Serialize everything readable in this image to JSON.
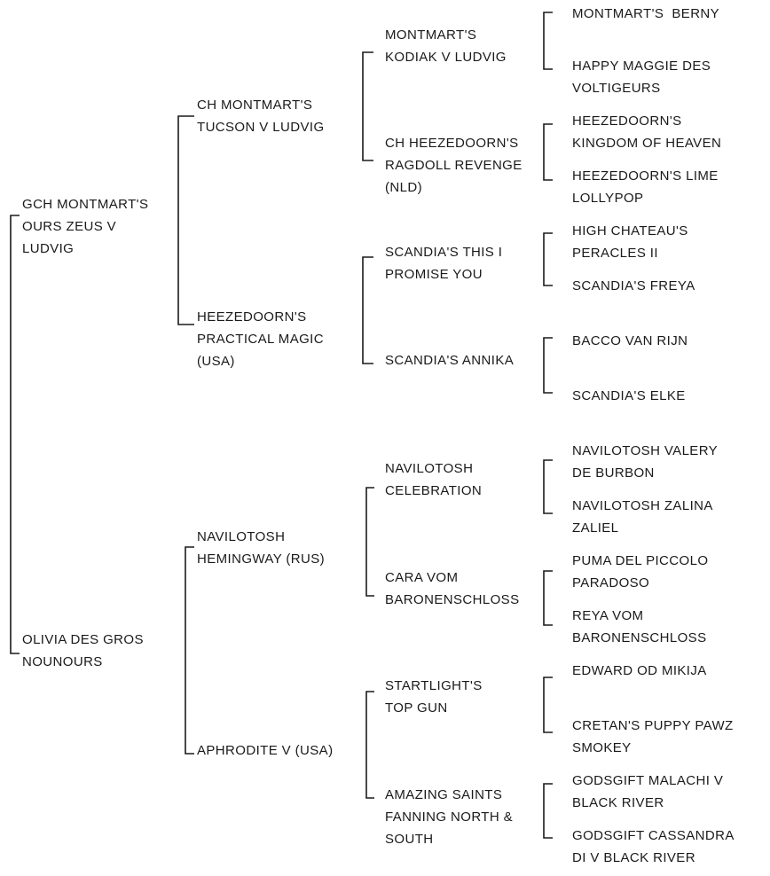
{
  "pedigree": {
    "dog": {
      "sire": {
        "name": [
          "GCH MONTMART'S",
          "OURS ZEUS V",
          "LUDVIG"
        ],
        "sire": {
          "name": [
            "CH MONTMART'S",
            "TUCSON V LUDVIG"
          ],
          "sire": {
            "name": [
              "MONTMART'S",
              "KODIAK V LUDVIG"
            ],
            "sire": {
              "name": [
                "MONTMART'S  BERNY"
              ]
            },
            "dam": {
              "name": [
                "HAPPY MAGGIE DES",
                "VOLTIGEURS"
              ]
            }
          },
          "dam": {
            "name": [
              "CH HEEZEDOORN'S",
              "RAGDOLL REVENGE",
              "(NLD)"
            ],
            "sire": {
              "name": [
                "HEEZEDOORN'S",
                "KINGDOM OF HEAVEN"
              ]
            },
            "dam": {
              "name": [
                "HEEZEDOORN'S LIME",
                "LOLLYPOP"
              ]
            }
          }
        },
        "dam": {
          "name": [
            "HEEZEDOORN'S",
            "PRACTICAL MAGIC",
            "(USA)"
          ],
          "sire": {
            "name": [
              "SCANDIA'S THIS I",
              "PROMISE YOU"
            ],
            "sire": {
              "name": [
                "HIGH CHATEAU'S",
                "PERACLES II"
              ]
            },
            "dam": {
              "name": [
                "SCANDIA'S FREYA"
              ]
            }
          },
          "dam": {
            "name": [
              "SCANDIA'S ANNIKA"
            ],
            "sire": {
              "name": [
                "BACCO VAN RIJN"
              ]
            },
            "dam": {
              "name": [
                "SCANDIA'S ELKE"
              ]
            }
          }
        }
      },
      "dam": {
        "name": [
          "OLIVIA DES GROS",
          "NOUNOURS"
        ],
        "sire": {
          "name": [
            "NAVILOTOSH",
            "HEMINGWAY (RUS)"
          ],
          "sire": {
            "name": [
              "NAVILOTOSH",
              "CELEBRATION"
            ],
            "sire": {
              "name": [
                "NAVILOTOSH VALERY",
                "DE BURBON"
              ]
            },
            "dam": {
              "name": [
                "NAVILOTOSH ZALINA",
                "ZALIEL"
              ]
            }
          },
          "dam": {
            "name": [
              "CARA VOM",
              "BARONENSCHLOSS"
            ],
            "sire": {
              "name": [
                "PUMA DEL PICCOLO",
                "PARADOSO"
              ]
            },
            "dam": {
              "name": [
                "REYA VOM",
                "BARONENSCHLOSS"
              ]
            }
          }
        },
        "dam": {
          "name": [
            "APHRODITE V (USA)"
          ],
          "sire": {
            "name": [
              "STARTLIGHT'S",
              "TOP GUN"
            ],
            "sire": {
              "name": [
                "EDWARD OD MIKIJA"
              ]
            },
            "dam": {
              "name": [
                "CRETAN'S PUPPY PAWZ",
                "SMOKEY"
              ]
            }
          },
          "dam": {
            "name": [
              "AMAZING SAINTS",
              "FANNING NORTH &",
              "SOUTH"
            ],
            "sire": {
              "name": [
                "GODSGIFT MALACHI V",
                "BLACK RIVER"
              ]
            },
            "dam": {
              "name": [
                "GODSGIFT CASSANDRA",
                "DI V BLACK RIVER"
              ]
            }
          }
        }
      }
    }
  },
  "colors": {
    "text": "#1a1a1a",
    "line": "#1a1a1a",
    "background": "#ffffff"
  }
}
